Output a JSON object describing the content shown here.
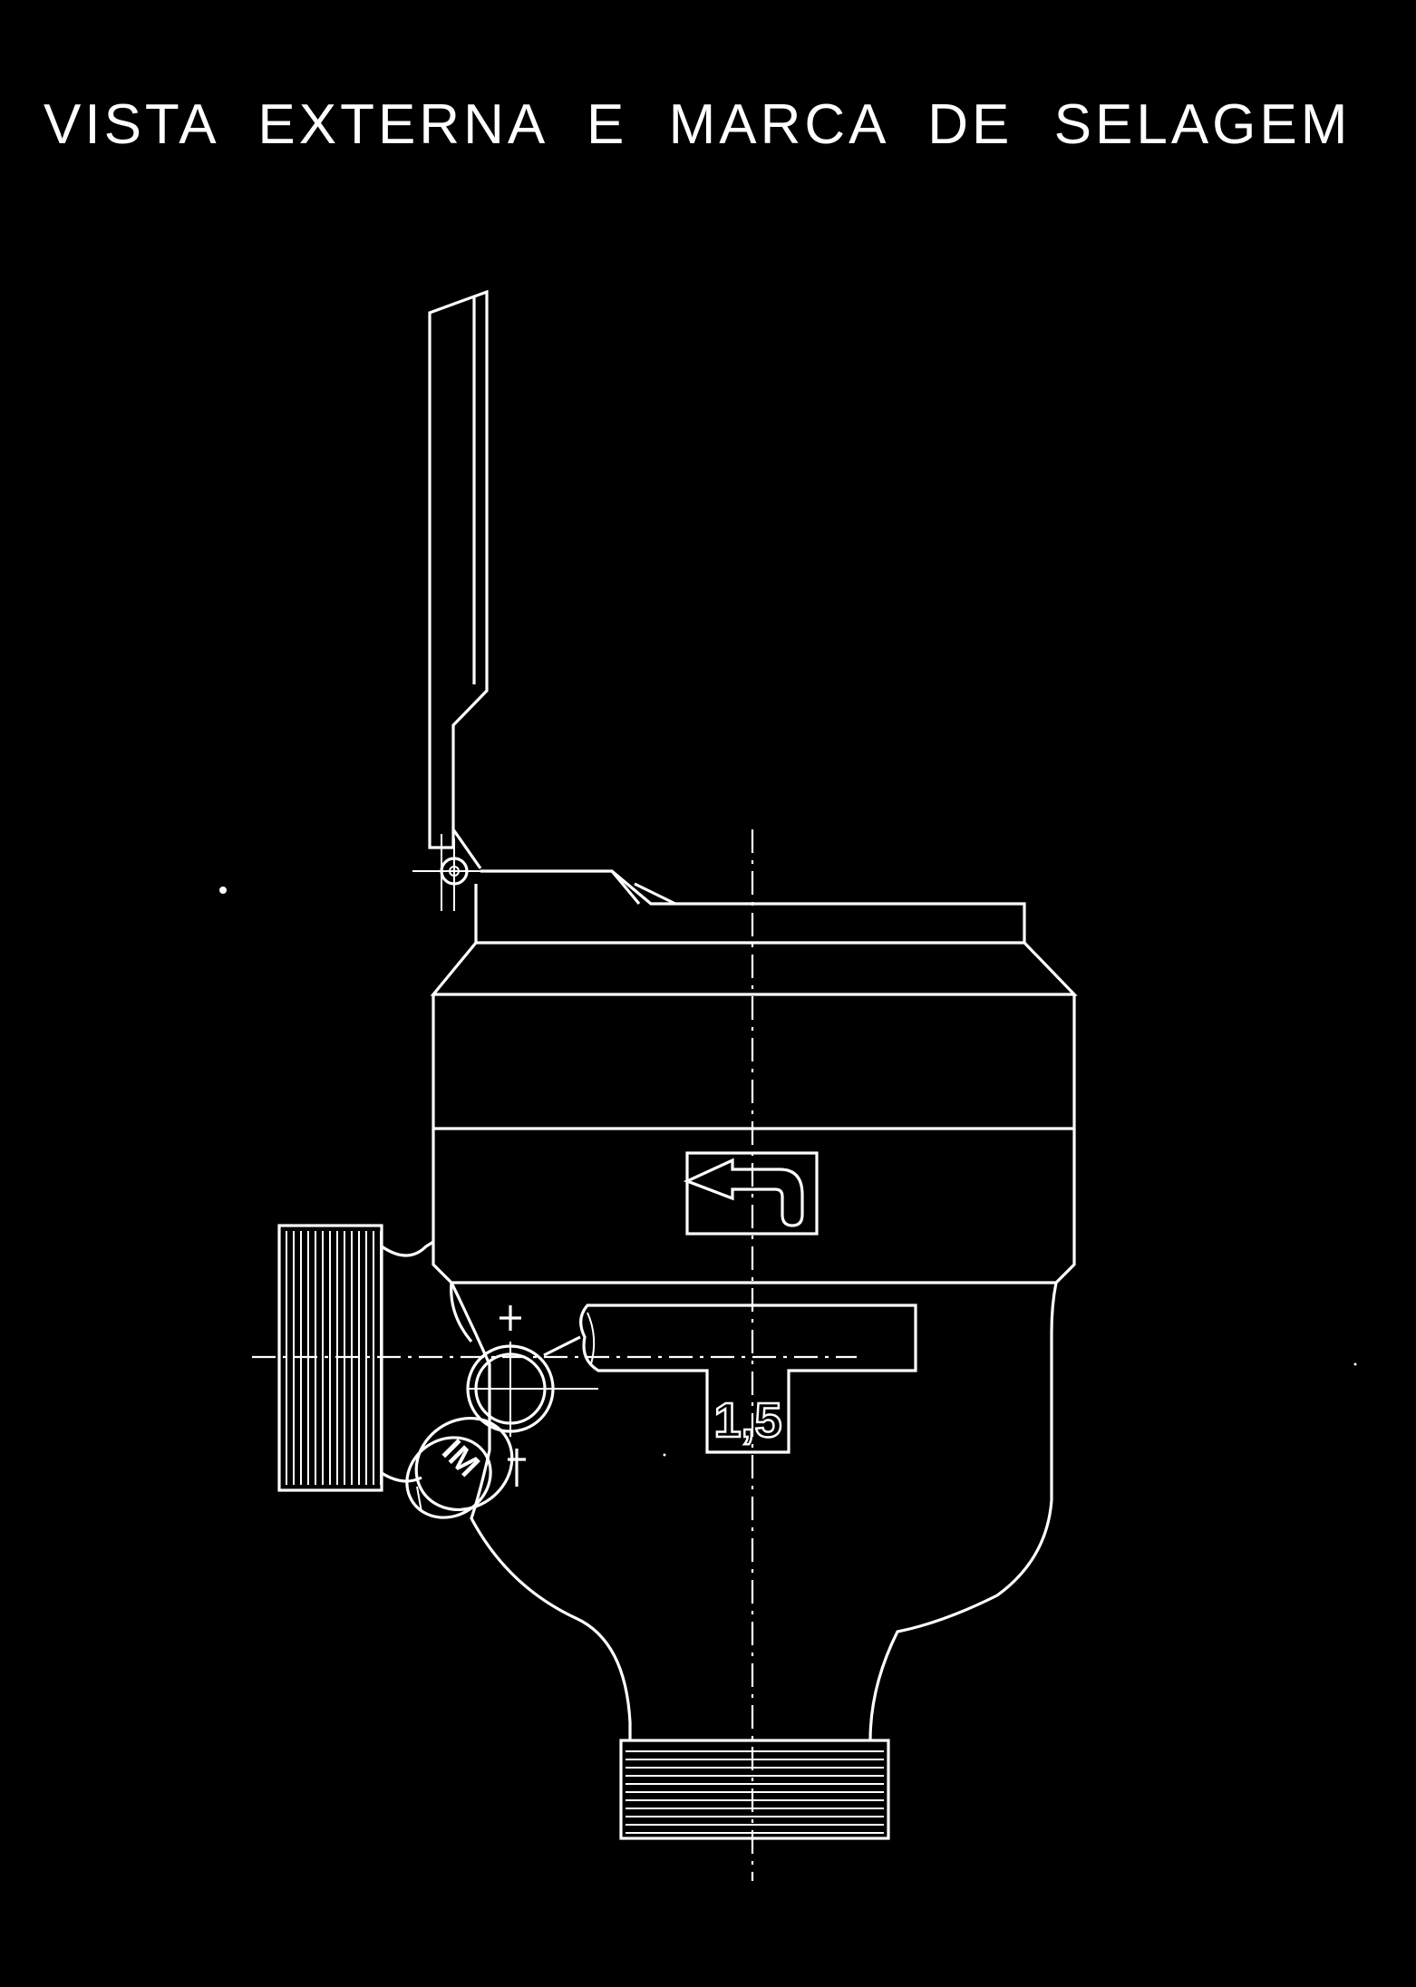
{
  "title": "VISTA EXTERNA E MARCA DE SELAGEM",
  "drawing": {
    "class_label": "1,5",
    "seal_label": "IM",
    "background": "#000000",
    "line_color": "#ffffff"
  }
}
